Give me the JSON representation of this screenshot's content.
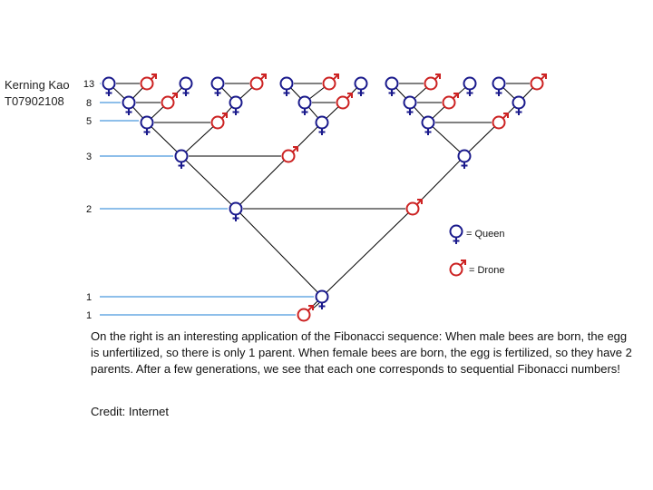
{
  "author": {
    "name": "Kerning Kao",
    "id": "T07902108"
  },
  "generation_counts": [
    "13",
    "8",
    "5",
    "3",
    "2",
    "1",
    "1"
  ],
  "legend": {
    "queen": "= Queen",
    "drone": "= Drone"
  },
  "caption": "On the right is an interesting application of the Fibonacci sequence: When male bees are born, the egg is unfertilized, so there is only 1 parent. When female bees are born, the egg is fertilized, so they have 2 parents. After a few generations, we see that each one corresponds to sequential Fibonacci numbers!",
  "credit": "Credit: Internet",
  "colors": {
    "queen": "#1a1a8c",
    "drone": "#cc2222",
    "guide_line": "#1e7fd6",
    "tree_line": "#000000"
  },
  "icons": {
    "queen": "female-symbol-icon",
    "drone": "male-symbol-icon"
  },
  "tree": {
    "root": "drone",
    "rule": "drone -> 1 parent (queen); queen -> 2 parents (queen, drone)",
    "generations": 7
  }
}
